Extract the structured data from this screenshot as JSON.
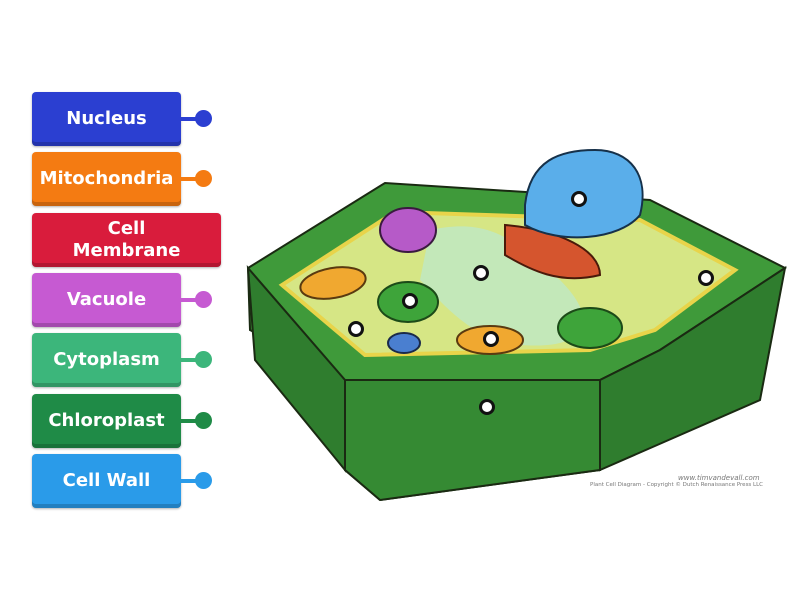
{
  "labels": [
    {
      "text": "Nucleus",
      "color": "#2b3fd1"
    },
    {
      "text": "Mitochondria",
      "color": "#f47b12"
    },
    {
      "text": "Cell Membrane",
      "color": "#d91c3c"
    },
    {
      "text": "Vacuole",
      "color": "#c65ad2"
    },
    {
      "text": "Cytoplasm",
      "color": "#3cb67b"
    },
    {
      "text": "Chloroplast",
      "color": "#1f8b47"
    },
    {
      "text": "Cell Wall",
      "color": "#2a9be9"
    }
  ],
  "credit": {
    "site": "www.timvandevall.com",
    "copyright": "Plant Cell Diagram - Copyright © Dutch Renaissance Press LLC"
  }
}
